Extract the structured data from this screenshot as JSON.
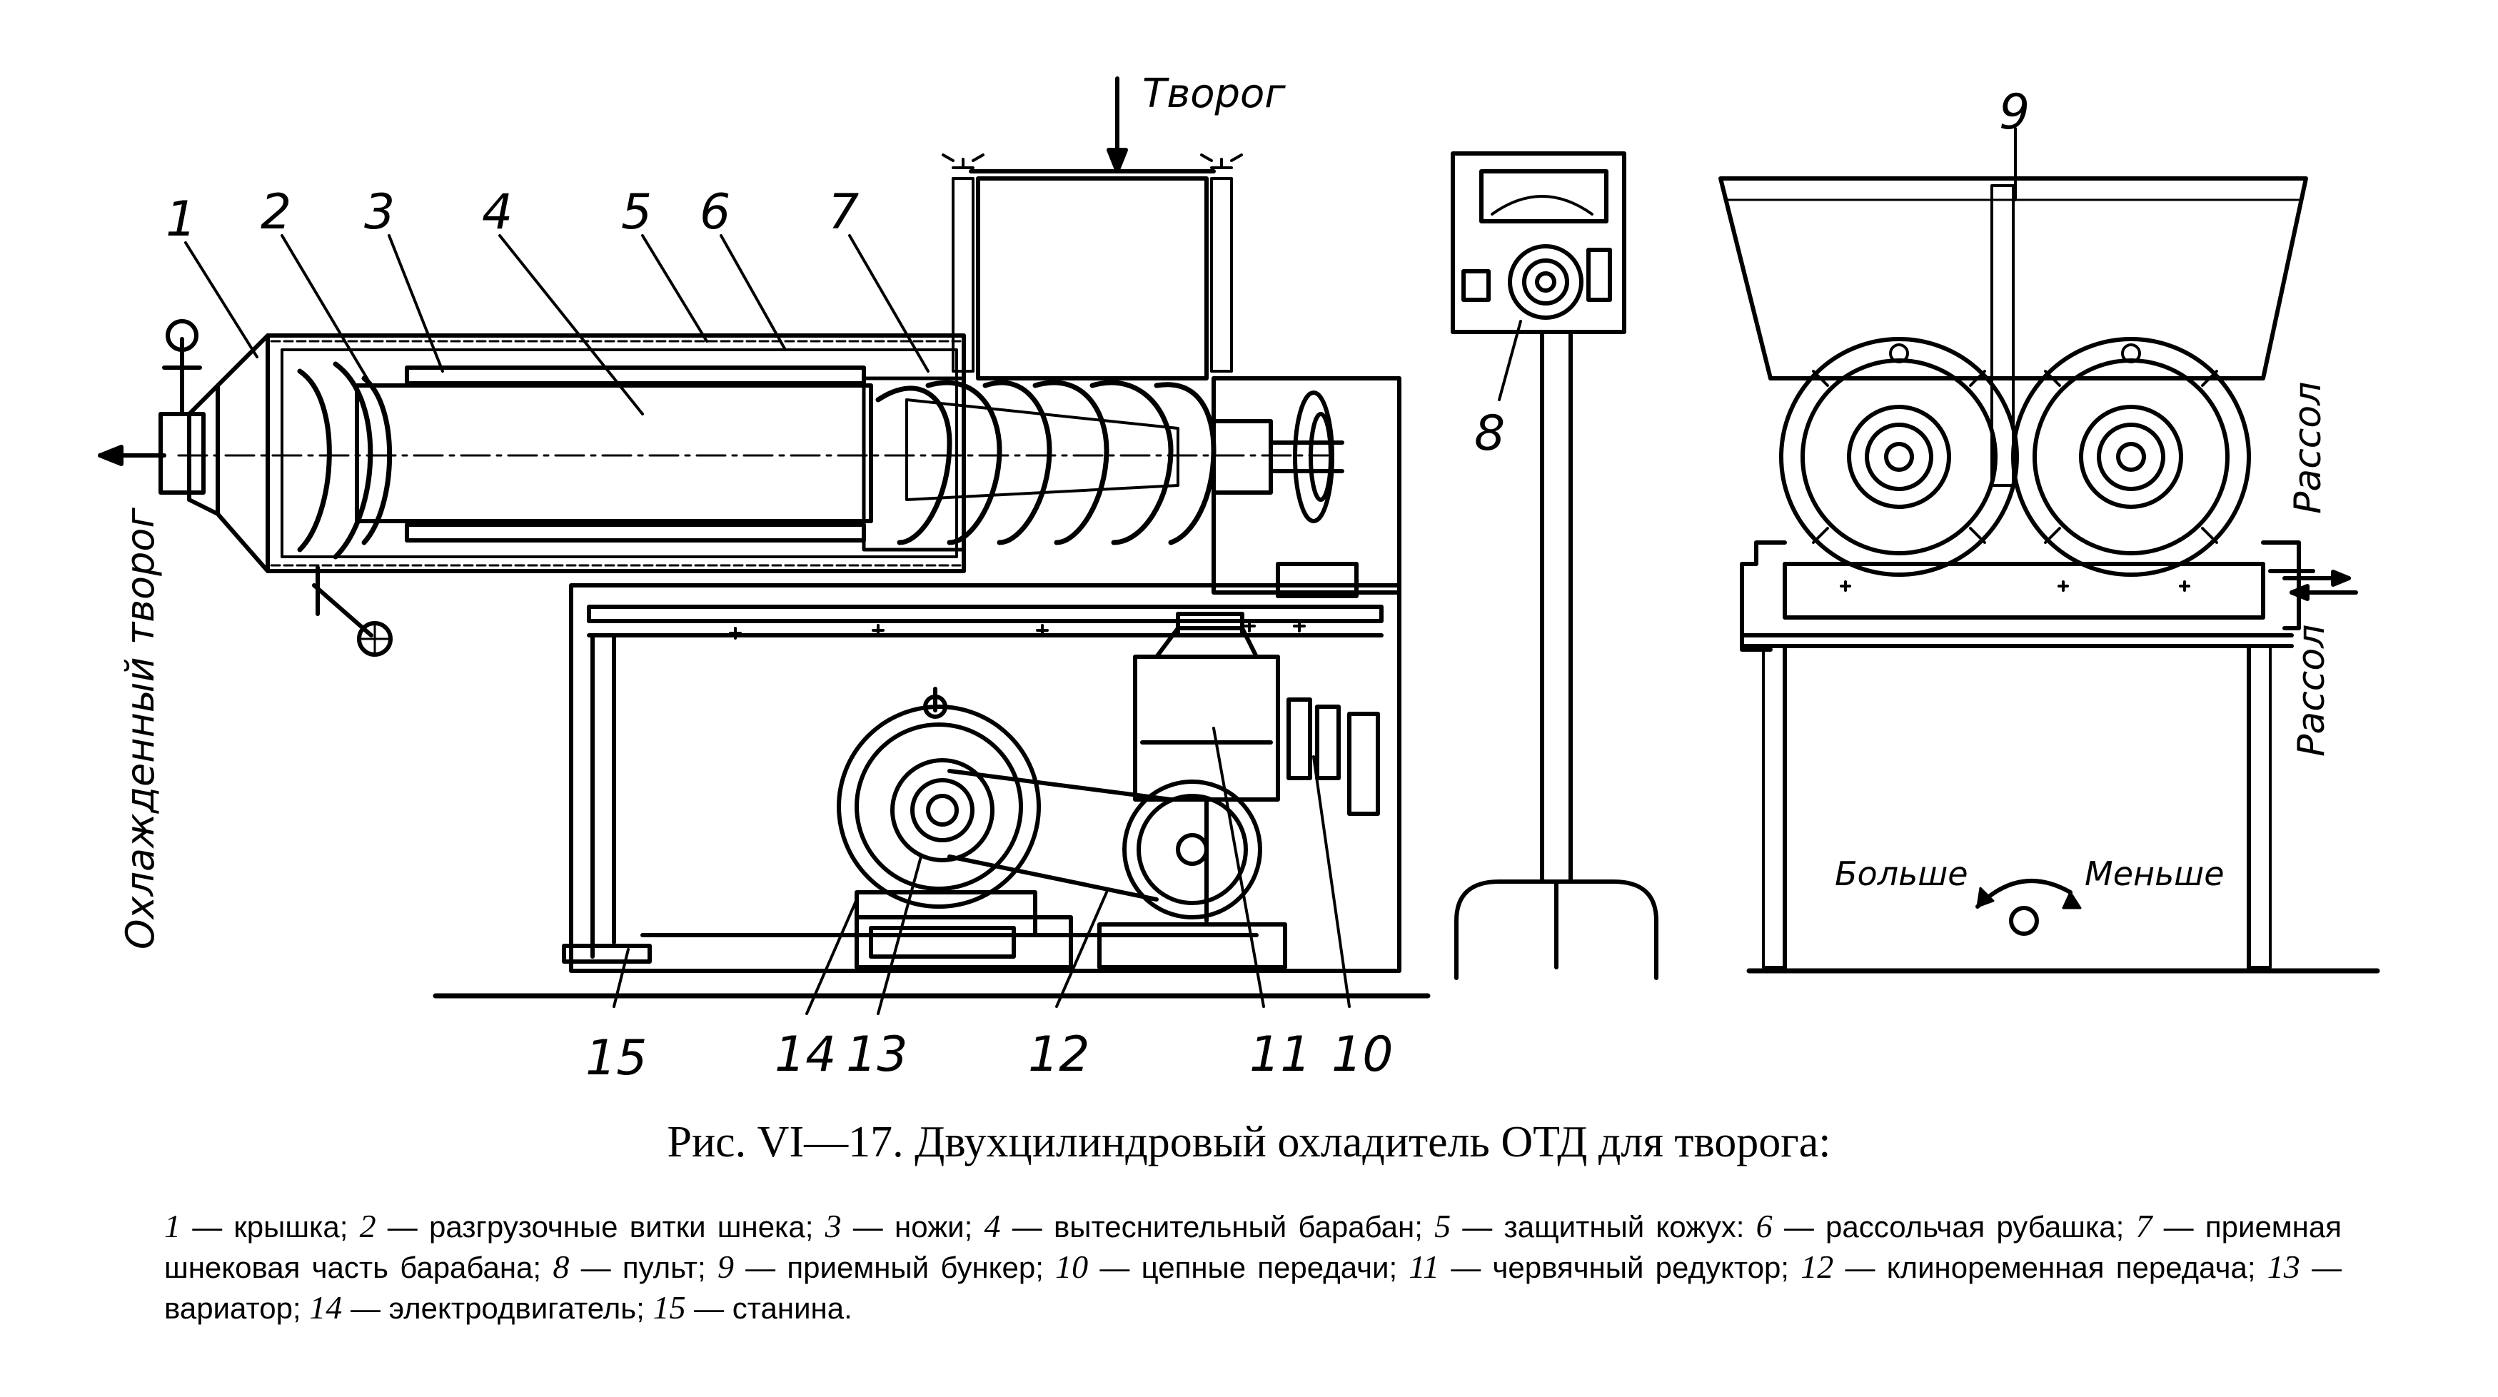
{
  "labels": {
    "curd_in": "Творог",
    "curd_out": "Охлажденный творог",
    "brine_top": "Рассол",
    "brine_bottom": "Рассол",
    "more": "Больше",
    "less": "Меньше",
    "n1": "1",
    "n2": "2",
    "n3": "3",
    "n4": "4",
    "n5": "5",
    "n6": "6",
    "n7": "7",
    "n8": "8",
    "n9": "9",
    "n10": "10",
    "n11": "11",
    "n12": "12",
    "n13": "13",
    "n14": "14",
    "n15": "15"
  },
  "caption": {
    "title": "Рис. VI—17. Двухцилиндровый охладитель ОТД для творога:",
    "legend": [
      {
        "num": "1",
        "text": "— крышка;"
      },
      {
        "num": "2",
        "text": "— разгрузочные витки шнека;"
      },
      {
        "num": "3",
        "text": "— ножи;"
      },
      {
        "num": "4",
        "text": "— вытеснительный барабан;"
      },
      {
        "num": "5",
        "text": "— защитный кожух:"
      },
      {
        "num": "6",
        "text": "— рассольчая рубашка;"
      },
      {
        "num": "7",
        "text": "— приемная шнековая часть барабана;"
      },
      {
        "num": "8",
        "text": "— пульт;"
      },
      {
        "num": "9",
        "text": "— приемный бункер;"
      },
      {
        "num": "10",
        "text": "— цепные передачи;"
      },
      {
        "num": "11",
        "text": "— червячный редуктор;"
      },
      {
        "num": "12",
        "text": "— клиноременная передача;"
      },
      {
        "num": "13",
        "text": "— вариатор;"
      },
      {
        "num": "14",
        "text": "— электродвигатель;"
      },
      {
        "num": "15",
        "text": "— станина."
      }
    ]
  }
}
